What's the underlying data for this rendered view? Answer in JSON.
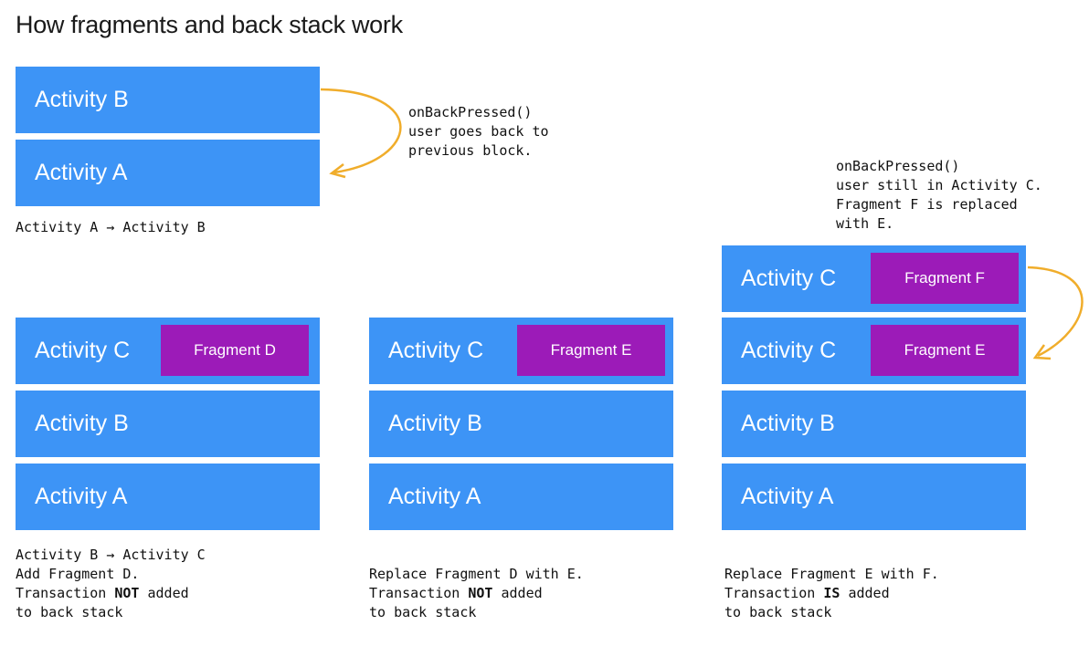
{
  "title": "How fragments and back stack work",
  "colors": {
    "activity": "#3d94f6",
    "fragment": "#9c1bb8",
    "arrow": "#f0ad2b"
  },
  "group1": {
    "blocks": [
      "Activity B",
      "Activity A"
    ],
    "caption": "Activity A → Activity B",
    "note": [
      "onBackPressed()",
      "user goes back to",
      "previous block."
    ]
  },
  "group2": {
    "blocks": [
      "Activity C",
      "Activity B",
      "Activity A"
    ],
    "fragment": "Fragment D",
    "caption": {
      "line1": "Activity B → Activity C",
      "line2": "Add Fragment D.",
      "line3_pre": "Transaction ",
      "line3_bold": "NOT",
      "line3_post": " added",
      "line4": "to back stack"
    }
  },
  "group3": {
    "blocks": [
      "Activity C",
      "Activity B",
      "Activity A"
    ],
    "fragment": "Fragment E",
    "caption": {
      "line1": "Replace Fragment D with E.",
      "line2_pre": "Transaction ",
      "line2_bold": "NOT",
      "line2_post": " added",
      "line3": "to back stack"
    }
  },
  "group4": {
    "blocks": [
      "Activity C",
      "Activity C",
      "Activity B",
      "Activity A"
    ],
    "fragments": [
      "Fragment F",
      "Fragment E"
    ],
    "note": [
      "onBackPressed()",
      "user still in Activity C.",
      "Fragment F is replaced",
      "with E."
    ],
    "caption": {
      "line1": "Replace Fragment E with F.",
      "line2_pre": "Transaction ",
      "line2_bold": "IS",
      "line2_post": " added",
      "line3": "to back stack"
    }
  }
}
